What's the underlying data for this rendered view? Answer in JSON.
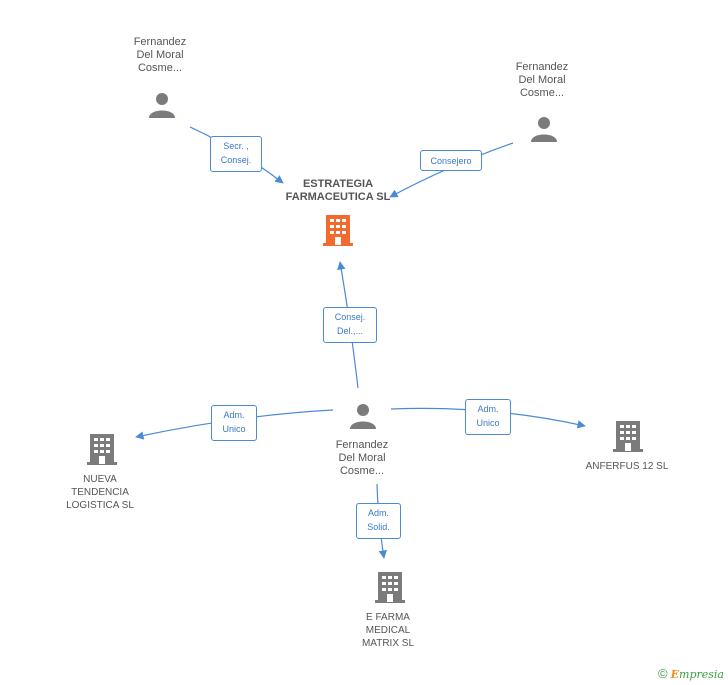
{
  "nodes": {
    "center_company": {
      "label_line1": "ESTRATEGIA",
      "label_line2": "FARMACEUTICA SL"
    },
    "person_top_left": {
      "line1": "Fernandez",
      "line2": "Del Moral",
      "line3": "Cosme..."
    },
    "person_top_right": {
      "line1": "Fernandez",
      "line2": "Del Moral",
      "line3": "Cosme..."
    },
    "person_center": {
      "line1": "Fernandez",
      "line2": "Del Moral",
      "line3": "Cosme..."
    },
    "company_left": {
      "line1": "NUEVA",
      "line2": "TENDENCIA",
      "line3": "LOGISTICA SL"
    },
    "company_right": {
      "line1": "ANFERFUS 12 SL"
    },
    "company_bottom": {
      "line1": "E FARMA",
      "line2": "MEDICAL",
      "line3": "MATRIX  SL"
    }
  },
  "relations": {
    "secr_consej": {
      "line1": "Secr. ,",
      "line2": "Consej."
    },
    "consejero": {
      "line1": "Consejero"
    },
    "consej_del": {
      "line1": "Consej.",
      "line2": "Del.,..."
    },
    "adm_unico_left": {
      "line1": "Adm.",
      "line2": "Unico"
    },
    "adm_unico_right": {
      "line1": "Adm.",
      "line2": "Unico"
    },
    "adm_solid": {
      "line1": "Adm.",
      "line2": "Solid."
    }
  },
  "footer": {
    "copyright": "©",
    "brand_initial": "E",
    "brand_rest": "mpresia"
  },
  "colors": {
    "edge": "#4a8bd4",
    "icon_gray": "#7b7b7b",
    "highlight_company": "#f26a2e"
  }
}
